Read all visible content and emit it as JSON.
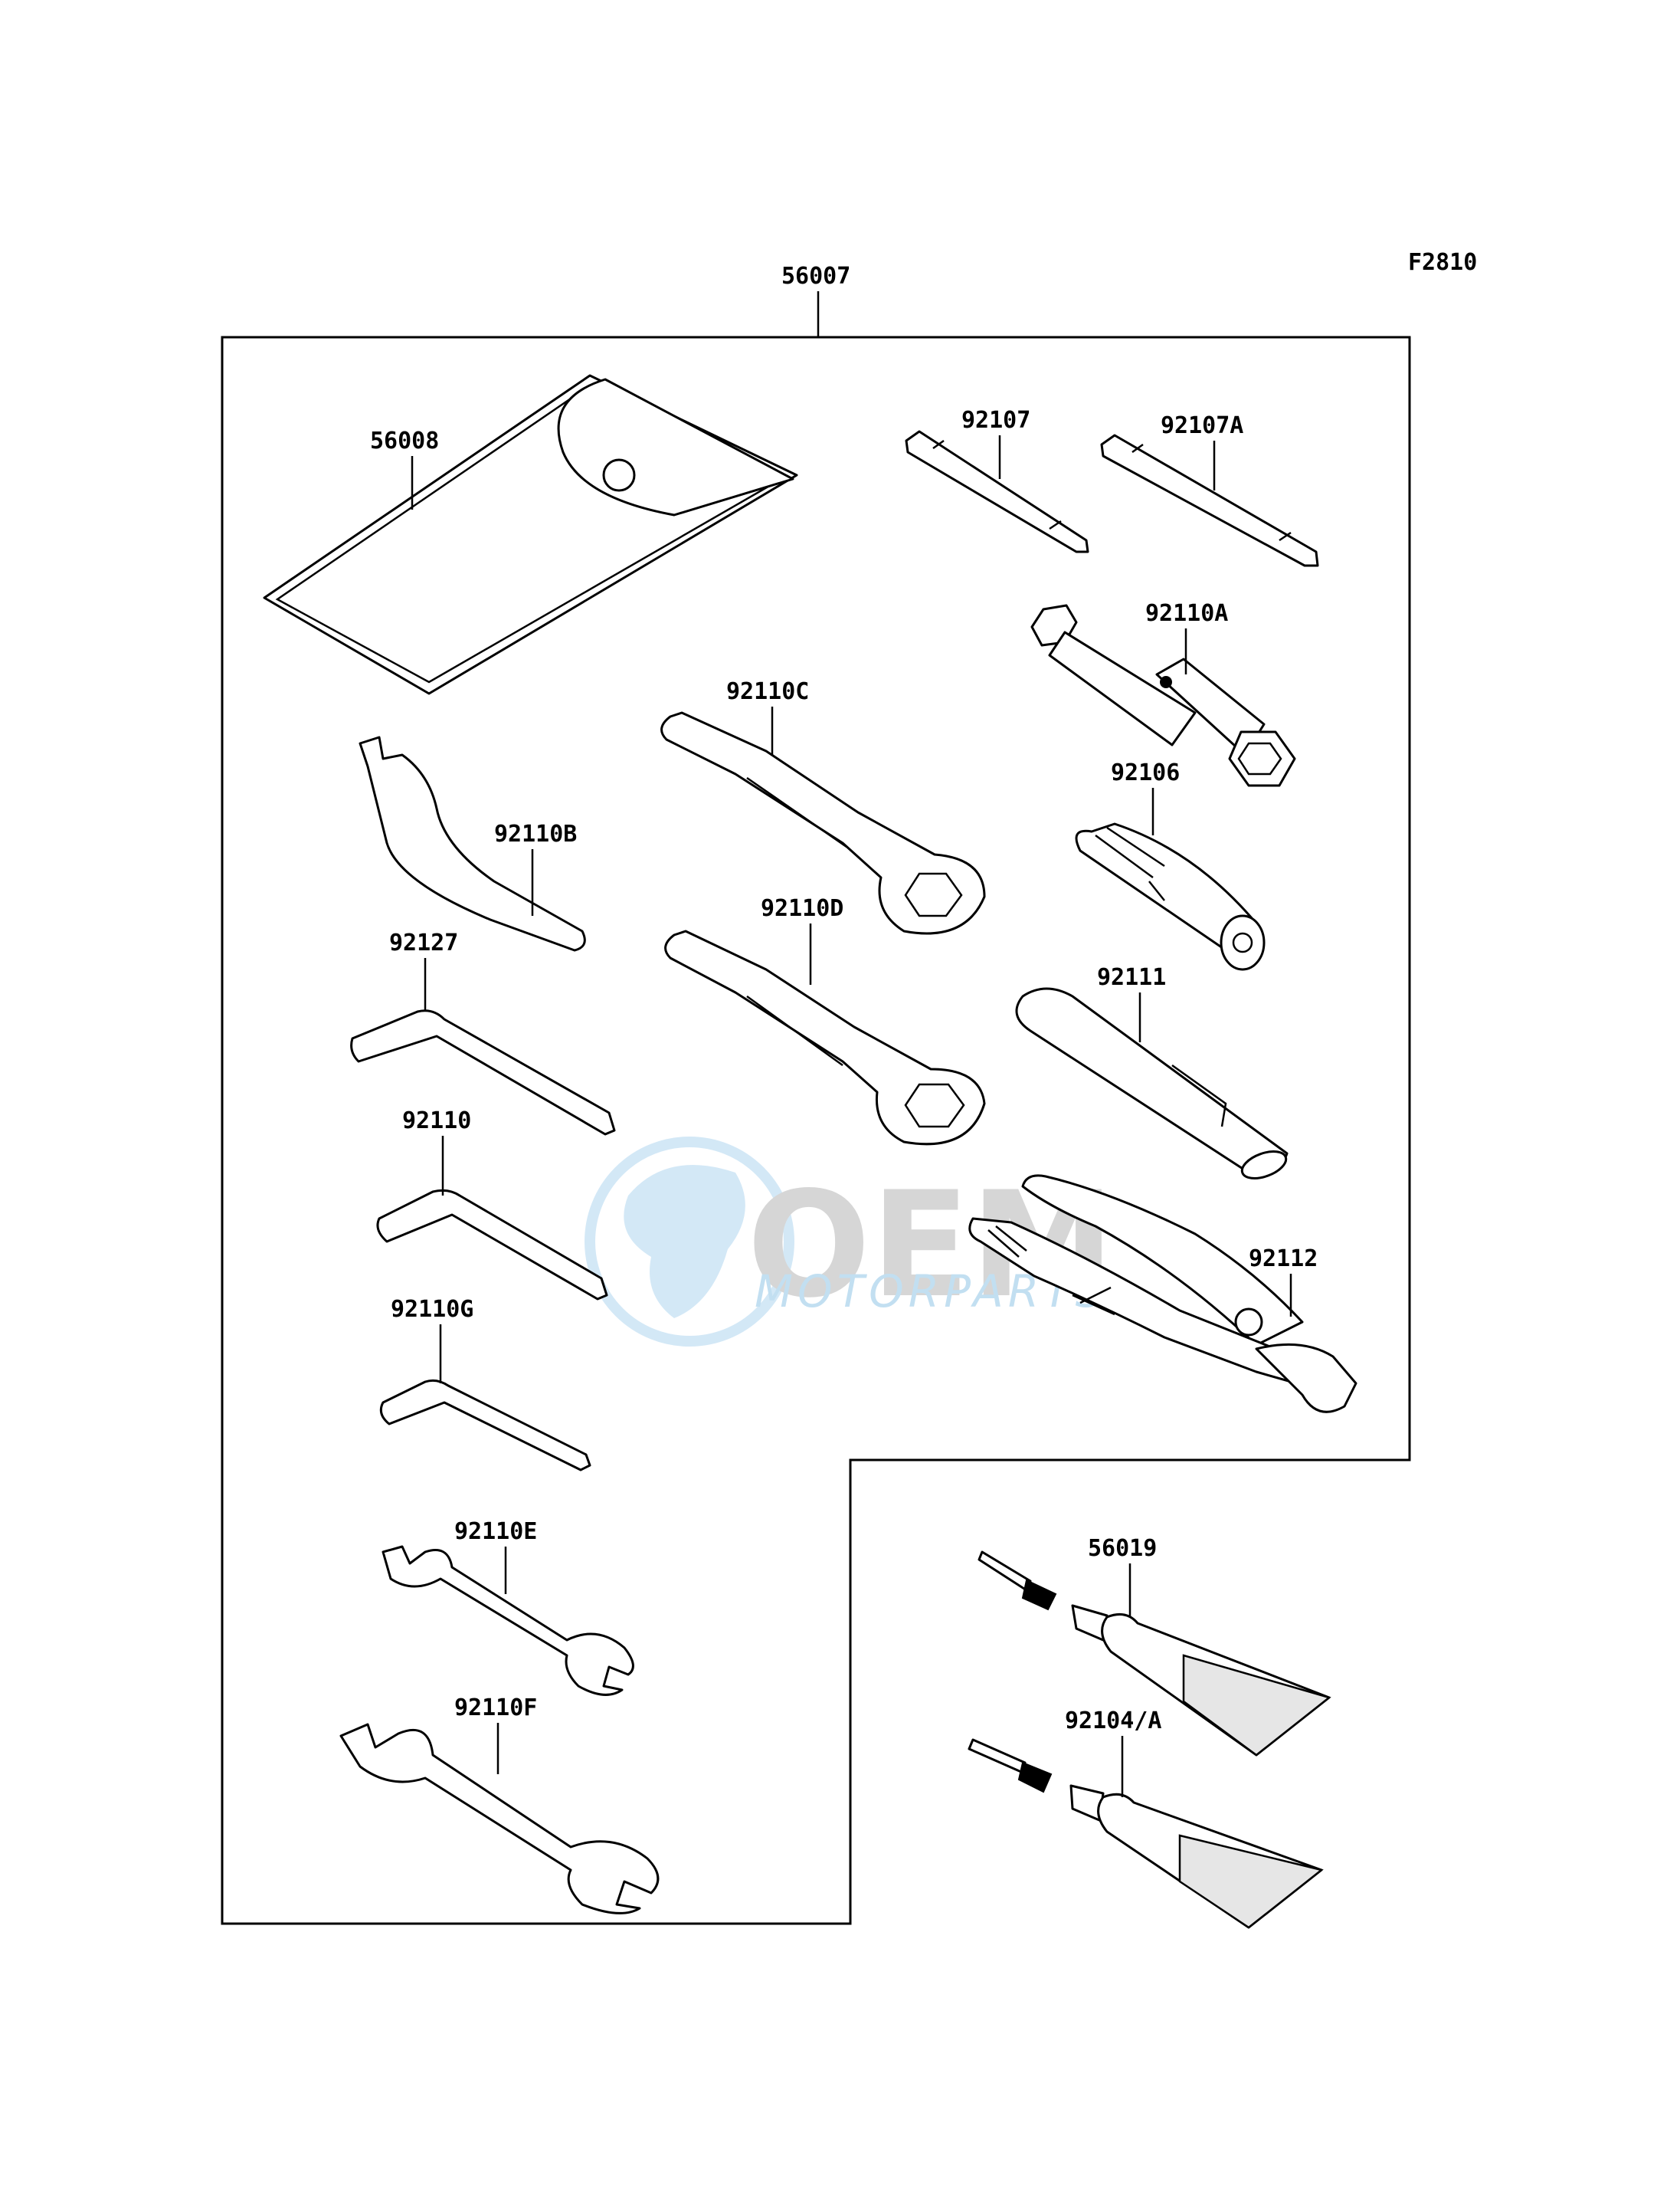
{
  "figure_code": "F2810",
  "kit": {
    "number": "56007"
  },
  "parts": [
    {
      "id": "pouch",
      "number": "56008"
    },
    {
      "id": "screwdriver-bit",
      "number": "92107"
    },
    {
      "id": "screwdriver-bit-a",
      "number": "92107A"
    },
    {
      "id": "box-wrench-a",
      "number": "92110A"
    },
    {
      "id": "screwdriver-handle",
      "number": "92106"
    },
    {
      "id": "ring-wrench-c",
      "number": "92110C"
    },
    {
      "id": "hook-wrench-b",
      "number": "92110B"
    },
    {
      "id": "hex-key-92127",
      "number": "92127"
    },
    {
      "id": "ring-wrench-d",
      "number": "92110D"
    },
    {
      "id": "extension-bar",
      "number": "92111"
    },
    {
      "id": "hex-key-92110",
      "number": "92110"
    },
    {
      "id": "pliers",
      "number": "92112"
    },
    {
      "id": "hex-key-g",
      "number": "92110G"
    },
    {
      "id": "open-wrench-e",
      "number": "92110E"
    },
    {
      "id": "open-wrench-f",
      "number": "92110F"
    },
    {
      "id": "repair-tube-1",
      "number": "56019"
    },
    {
      "id": "repair-tube-2",
      "number": "92104/A"
    }
  ],
  "watermark": {
    "big_text": "OEM",
    "sub_text": "MOTORPARTS",
    "color": "#4aa3df"
  }
}
